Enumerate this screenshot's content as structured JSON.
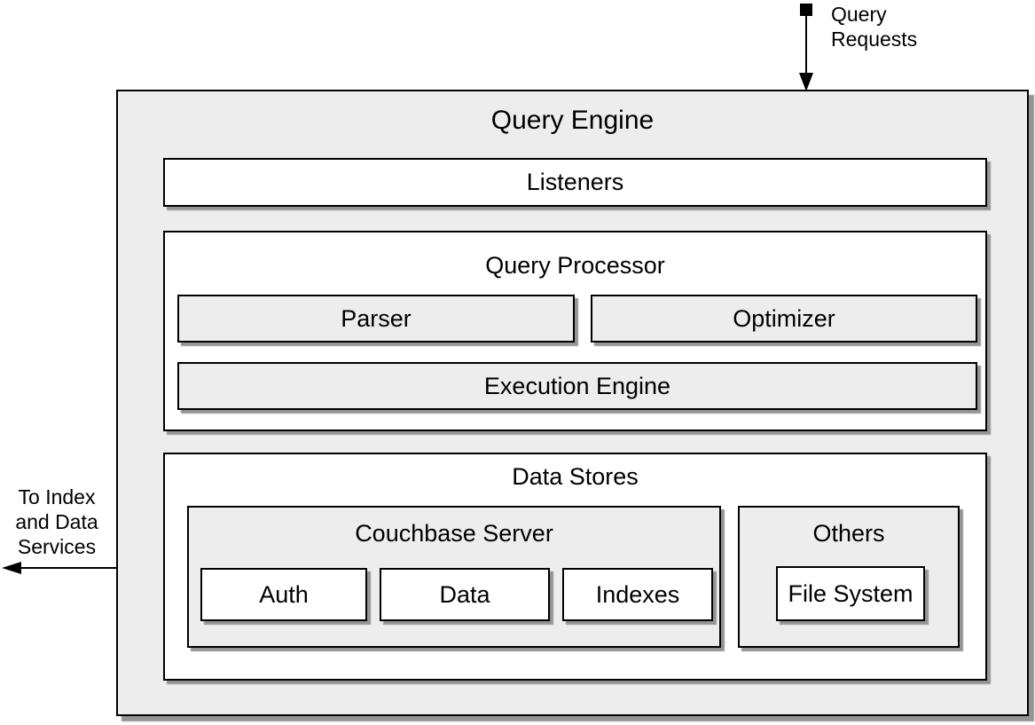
{
  "colors": {
    "box_fill": "#ededed",
    "leaf_fill": "#ffffff",
    "border": "#000000",
    "shadow": "#949494",
    "text": "#000000",
    "background": "#ffffff"
  },
  "annotations": {
    "query_requests": "Query\nRequests",
    "to_index_services": "To Index\nand Data\nServices"
  },
  "engine": {
    "title": "Query Engine",
    "listeners": {
      "label": "Listeners"
    },
    "query_processor": {
      "title": "Query Processor",
      "parser": "Parser",
      "optimizer": "Optimizer",
      "execution_engine": "Execution Engine"
    },
    "data_stores": {
      "title": "Data Stores",
      "couchbase_server": {
        "title": "Couchbase Server",
        "auth": "Auth",
        "data": "Data",
        "indexes": "Indexes"
      },
      "others": {
        "title": "Others",
        "file_system": "File System"
      }
    }
  }
}
